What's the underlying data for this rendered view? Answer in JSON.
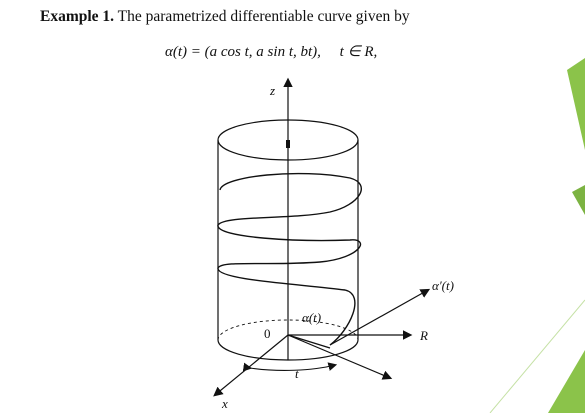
{
  "heading": {
    "label": "Example 1.",
    "text": "The parametrized differentiable curve given by"
  },
  "formula": "α(t) = (a cos t, a sin t, bt),     t ∈ R,",
  "figure": {
    "z_label": "z",
    "x_label": "x",
    "origin_label": "0",
    "R_label": "R",
    "alpha_label": "α(t)",
    "alpha_prime_label": "α′(t)",
    "t_label": "t"
  },
  "colors": {
    "accent_green": "#7cb342",
    "line": "#111111"
  }
}
